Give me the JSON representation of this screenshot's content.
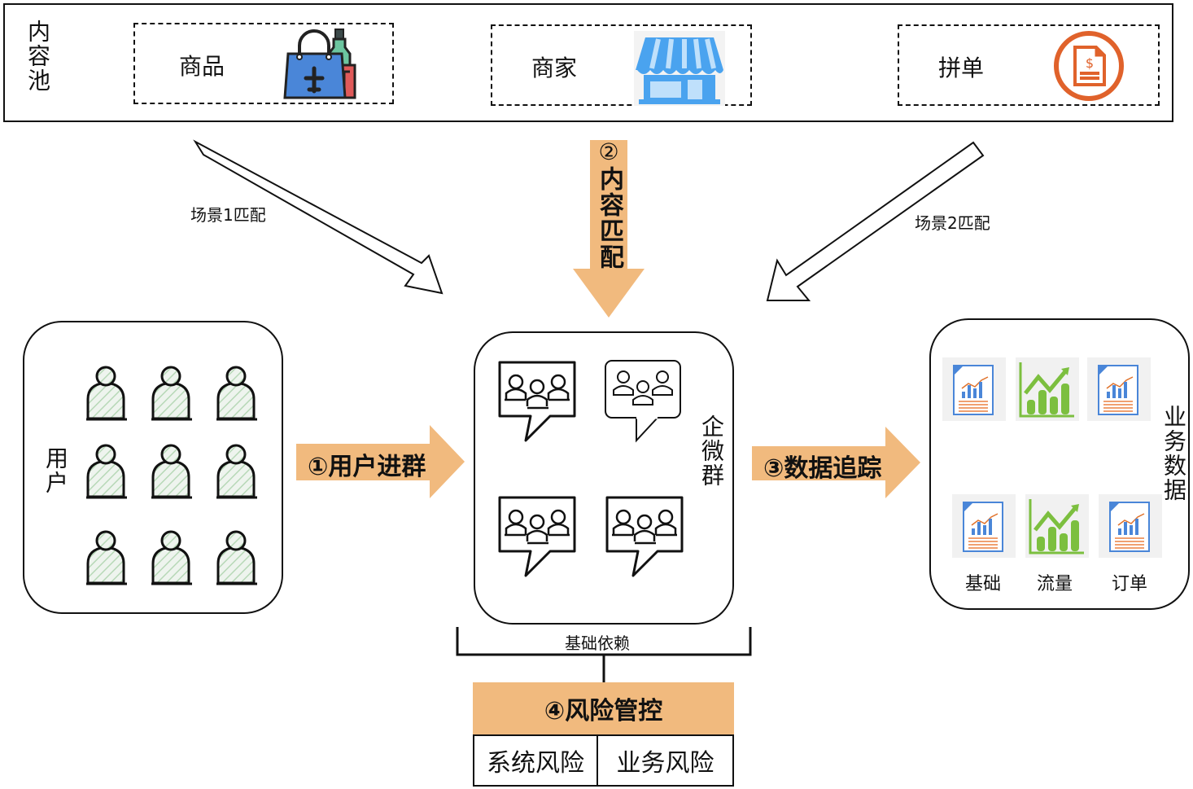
{
  "content_pool": {
    "label": "内容池",
    "items": [
      {
        "label": "商品",
        "icon": "shopping-bag-icon"
      },
      {
        "label": "商家",
        "icon": "storefront-icon"
      },
      {
        "label": "拼单",
        "icon": "invoice-icon"
      }
    ]
  },
  "arrows": {
    "scene1": "场景1匹配",
    "content_match": "②内容匹配",
    "content_match_num": "②",
    "content_match_text": "内容匹配",
    "scene2": "场景2匹配",
    "user_join": "①用户进群",
    "data_tracking": "③数据追踪"
  },
  "users_panel": {
    "label": "用户",
    "count": 9
  },
  "groups_panel": {
    "label": "企微群",
    "count": 4
  },
  "data_panel": {
    "label": "业务数据",
    "items": [
      {
        "label": "基础",
        "icon": "report-chart-icon"
      },
      {
        "label": "流量",
        "icon": "growth-chart-icon"
      },
      {
        "label": "订单",
        "icon": "report-chart-icon"
      }
    ]
  },
  "dependency": {
    "label": "基础依赖"
  },
  "risk": {
    "title": "④风险管控",
    "cells": [
      "系统风险",
      "业务风险"
    ]
  },
  "colors": {
    "orange": "#f1ba7e",
    "blue": "#4a86d8",
    "green": "#7cbf3f",
    "red_orange": "#e0622b",
    "store_blue": "#4aa3ef"
  }
}
